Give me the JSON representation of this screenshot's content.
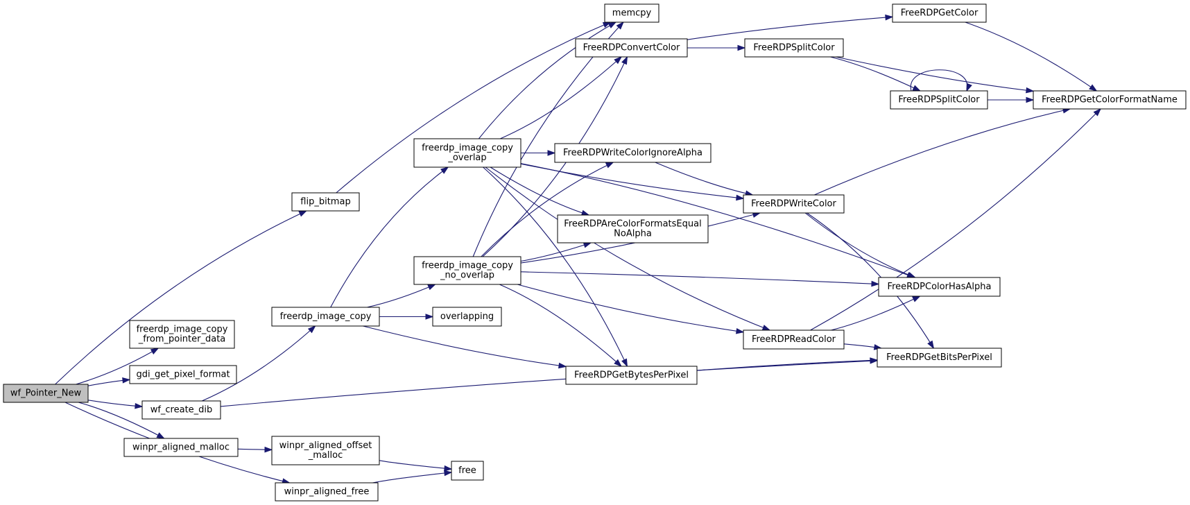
{
  "nodes": [
    {
      "id": "wf_Pointer_New",
      "lines": [
        "wf_Pointer_New"
      ],
      "root": true
    },
    {
      "id": "flip_bitmap",
      "lines": [
        "flip_bitmap"
      ]
    },
    {
      "id": "freerdp_image_copy_from_pointer_data",
      "lines": [
        "freerdp_image_copy",
        "_from_pointer_data"
      ]
    },
    {
      "id": "gdi_get_pixel_format",
      "lines": [
        "gdi_get_pixel_format"
      ]
    },
    {
      "id": "wf_create_dib",
      "lines": [
        "wf_create_dib"
      ]
    },
    {
      "id": "winpr_aligned_malloc",
      "lines": [
        "winpr_aligned_malloc"
      ]
    },
    {
      "id": "winpr_aligned_free",
      "lines": [
        "winpr_aligned_free"
      ]
    },
    {
      "id": "freerdp_image_copy",
      "lines": [
        "freerdp_image_copy"
      ]
    },
    {
      "id": "winpr_aligned_offset_malloc",
      "lines": [
        "winpr_aligned_offset",
        "_malloc"
      ]
    },
    {
      "id": "freerdp_image_copy_overlap",
      "lines": [
        "freerdp_image_copy",
        "_overlap"
      ]
    },
    {
      "id": "freerdp_image_copy_no_overlap",
      "lines": [
        "freerdp_image_copy",
        "_no_overlap"
      ]
    },
    {
      "id": "overlapping",
      "lines": [
        "overlapping"
      ]
    },
    {
      "id": "free",
      "lines": [
        "free"
      ]
    },
    {
      "id": "memcpy",
      "lines": [
        "memcpy"
      ]
    },
    {
      "id": "FreeRDPConvertColor",
      "lines": [
        "FreeRDPConvertColor"
      ]
    },
    {
      "id": "FreeRDPWriteColorIgnoreAlpha",
      "lines": [
        "FreeRDPWriteColorIgnoreAlpha"
      ]
    },
    {
      "id": "FreeRDPAreColorFormatsEqualNoAlpha",
      "lines": [
        "FreeRDPAreColorFormatsEqual",
        "NoAlpha"
      ]
    },
    {
      "id": "FreeRDPGetBytesPerPixel",
      "lines": [
        "FreeRDPGetBytesPerPixel"
      ]
    },
    {
      "id": "FreeRDPSplitColor_a",
      "lines": [
        "FreeRDPSplitColor"
      ]
    },
    {
      "id": "FreeRDPWriteColor",
      "lines": [
        "FreeRDPWriteColor"
      ]
    },
    {
      "id": "FreeRDPReadColor",
      "lines": [
        "FreeRDPReadColor"
      ]
    },
    {
      "id": "FreeRDPGetColor",
      "lines": [
        "FreeRDPGetColor"
      ]
    },
    {
      "id": "FreeRDPSplitColor_b",
      "lines": [
        "FreeRDPSplitColor"
      ]
    },
    {
      "id": "FreeRDPColorHasAlpha",
      "lines": [
        "FreeRDPColorHasAlpha"
      ]
    },
    {
      "id": "FreeRDPGetBitsPerPixel",
      "lines": [
        "FreeRDPGetBitsPerPixel"
      ]
    },
    {
      "id": "FreeRDPGetColorFormatName",
      "lines": [
        "FreeRDPGetColorFormatName"
      ]
    }
  ],
  "edges": [
    [
      "wf_Pointer_New",
      "flip_bitmap"
    ],
    [
      "wf_Pointer_New",
      "freerdp_image_copy_from_pointer_data"
    ],
    [
      "wf_Pointer_New",
      "gdi_get_pixel_format"
    ],
    [
      "wf_Pointer_New",
      "wf_create_dib"
    ],
    [
      "wf_Pointer_New",
      "winpr_aligned_malloc"
    ],
    [
      "wf_Pointer_New",
      "winpr_aligned_free"
    ],
    [
      "flip_bitmap",
      "memcpy"
    ],
    [
      "wf_create_dib",
      "freerdp_image_copy"
    ],
    [
      "wf_create_dib",
      "FreeRDPGetBitsPerPixel"
    ],
    [
      "winpr_aligned_malloc",
      "winpr_aligned_offset_malloc"
    ],
    [
      "winpr_aligned_free",
      "free"
    ],
    [
      "winpr_aligned_offset_malloc",
      "free"
    ],
    [
      "freerdp_image_copy",
      "freerdp_image_copy_overlap"
    ],
    [
      "freerdp_image_copy",
      "freerdp_image_copy_no_overlap"
    ],
    [
      "freerdp_image_copy",
      "overlapping"
    ],
    [
      "freerdp_image_copy",
      "FreeRDPGetBytesPerPixel"
    ],
    [
      "freerdp_image_copy_overlap",
      "memcpy"
    ],
    [
      "freerdp_image_copy_overlap",
      "FreeRDPConvertColor"
    ],
    [
      "freerdp_image_copy_overlap",
      "FreeRDPWriteColorIgnoreAlpha"
    ],
    [
      "freerdp_image_copy_overlap",
      "FreeRDPAreColorFormatsEqualNoAlpha"
    ],
    [
      "freerdp_image_copy_overlap",
      "FreeRDPGetBytesPerPixel"
    ],
    [
      "freerdp_image_copy_overlap",
      "FreeRDPWriteColor"
    ],
    [
      "freerdp_image_copy_overlap",
      "FreeRDPColorHasAlpha"
    ],
    [
      "freerdp_image_copy_overlap",
      "FreeRDPReadColor"
    ],
    [
      "freerdp_image_copy_no_overlap",
      "memcpy"
    ],
    [
      "freerdp_image_copy_no_overlap",
      "FreeRDPConvertColor"
    ],
    [
      "freerdp_image_copy_no_overlap",
      "FreeRDPWriteColorIgnoreAlpha"
    ],
    [
      "freerdp_image_copy_no_overlap",
      "FreeRDPAreColorFormatsEqualNoAlpha"
    ],
    [
      "freerdp_image_copy_no_overlap",
      "FreeRDPGetBytesPerPixel"
    ],
    [
      "freerdp_image_copy_no_overlap",
      "FreeRDPWriteColor"
    ],
    [
      "freerdp_image_copy_no_overlap",
      "FreeRDPColorHasAlpha"
    ],
    [
      "freerdp_image_copy_no_overlap",
      "FreeRDPReadColor"
    ],
    [
      "FreeRDPConvertColor",
      "FreeRDPGetColor"
    ],
    [
      "FreeRDPConvertColor",
      "FreeRDPSplitColor_a"
    ],
    [
      "FreeRDPSplitColor_a",
      "FreeRDPSplitColor_b"
    ],
    [
      "FreeRDPSplitColor_a",
      "FreeRDPGetColorFormatName"
    ],
    [
      "FreeRDPSplitColor_b",
      "FreeRDPSplitColor_b"
    ],
    [
      "FreeRDPSplitColor_b",
      "FreeRDPGetColorFormatName"
    ],
    [
      "FreeRDPGetColor",
      "FreeRDPGetColorFormatName"
    ],
    [
      "FreeRDPWriteColorIgnoreAlpha",
      "FreeRDPWriteColor"
    ],
    [
      "FreeRDPWriteColor",
      "FreeRDPGetColorFormatName"
    ],
    [
      "FreeRDPWriteColor",
      "FreeRDPColorHasAlpha"
    ],
    [
      "FreeRDPWriteColor",
      "FreeRDPGetBitsPerPixel"
    ],
    [
      "FreeRDPReadColor",
      "FreeRDPColorHasAlpha"
    ],
    [
      "FreeRDPReadColor",
      "FreeRDPGetBitsPerPixel"
    ],
    [
      "FreeRDPReadColor",
      "FreeRDPGetColorFormatName"
    ],
    [
      "FreeRDPGetBytesPerPixel",
      "FreeRDPGetBitsPerPixel"
    ]
  ],
  "colors": {
    "edge": "#191970",
    "root_fill": "#bfbfbf",
    "node_fill": "#ffffff",
    "node_stroke": "#000000"
  }
}
